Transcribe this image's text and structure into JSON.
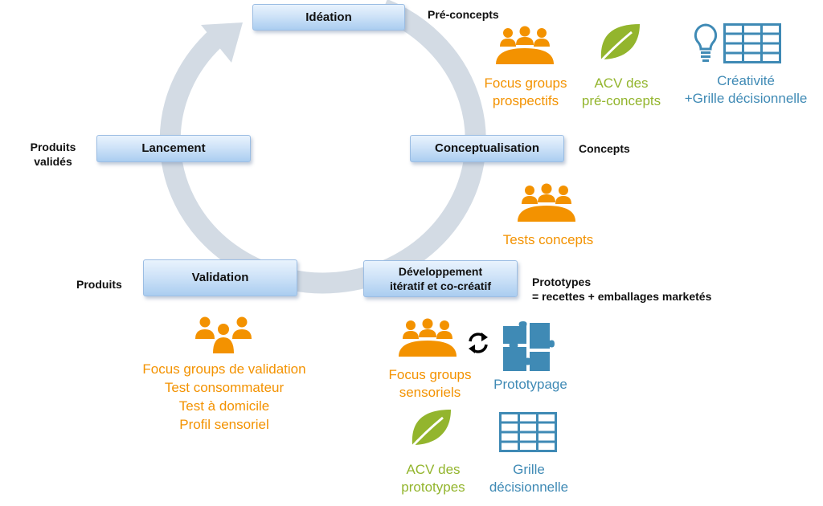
{
  "stages": {
    "ideation": "Idéation",
    "conceptualisation": "Conceptualisation",
    "developpement": "Développement\nitératif et co-créatif",
    "validation": "Validation",
    "lancement": "Lancement"
  },
  "outputs": {
    "pre_concepts": "Pré-concepts",
    "concepts": "Concepts",
    "prototypes": "Prototypes\n= recettes + emballages marketés",
    "produits": "Produits",
    "produits_valides": "Produits\nvalidés"
  },
  "tools": {
    "focus_prospectifs": "Focus groups\nprospectifs",
    "acv_pre_concepts": "ACV des\npré-concepts",
    "creativite_grille": "Créativité\n+Grille décisionnelle",
    "tests_concepts": "Tests concepts",
    "focus_sensoriels": "Focus groups\nsensoriels",
    "prototypage": "Prototypage",
    "acv_prototypes": "ACV des\nprototypes",
    "grille_decisionnelle": "Grille\ndécisionnelle",
    "validation_list": "Focus groups de validation\nTest consommateur\nTest à domicile\nProfil sensoriel"
  },
  "colors": {
    "orange": "#f39200",
    "green": "#93b52d",
    "blue": "#3f8ab5",
    "cycle_arrow": "#d3dbe4"
  },
  "icons": [
    "people-group-icon",
    "leaf-icon",
    "lightbulb-icon",
    "grid-icon",
    "refresh-icon",
    "puzzle-icon"
  ]
}
